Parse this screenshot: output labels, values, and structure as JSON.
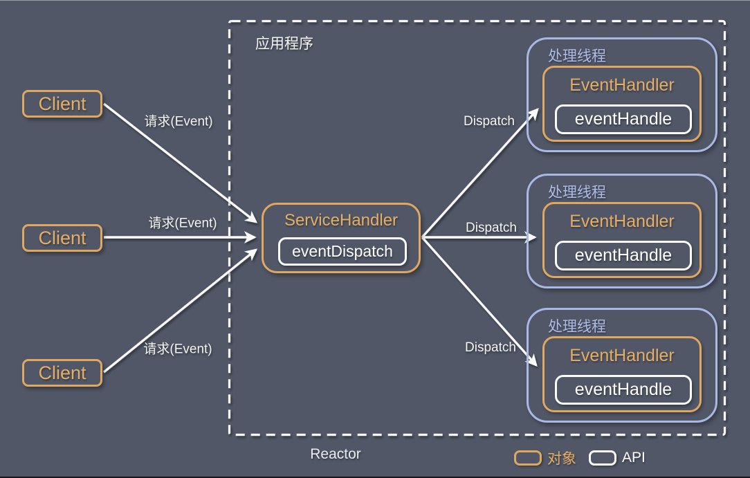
{
  "diagram": {
    "container_label": "应用程序",
    "caption": "Reactor"
  },
  "clients": [
    {
      "label": "Client"
    },
    {
      "label": "Client"
    },
    {
      "label": "Client"
    }
  ],
  "service_handler": {
    "title": "ServiceHandler",
    "api": "eventDispatch"
  },
  "threads": [
    {
      "label": "处理线程",
      "handler": "EventHandler",
      "api": "eventHandle"
    },
    {
      "label": "处理线程",
      "handler": "EventHandler",
      "api": "eventHandle"
    },
    {
      "label": "处理线程",
      "handler": "EventHandler",
      "api": "eventHandle"
    }
  ],
  "arrows": {
    "requests": [
      {
        "label": "请求(Event)"
      },
      {
        "label": "请求(Event)"
      },
      {
        "label": "请求(Event)"
      }
    ],
    "dispatches": [
      {
        "label": "Dispatch"
      },
      {
        "label": "Dispatch"
      },
      {
        "label": "Dispatch"
      }
    ]
  },
  "legend": {
    "object_label": "对象",
    "api_label": "API"
  },
  "colors": {
    "background": "#515766",
    "object_border": "#DFA75F",
    "object_text": "#E5AE64",
    "api_border": "#FCFCFC",
    "thread_border": "#A9B9E6",
    "label_text": "#F5F5F5"
  }
}
